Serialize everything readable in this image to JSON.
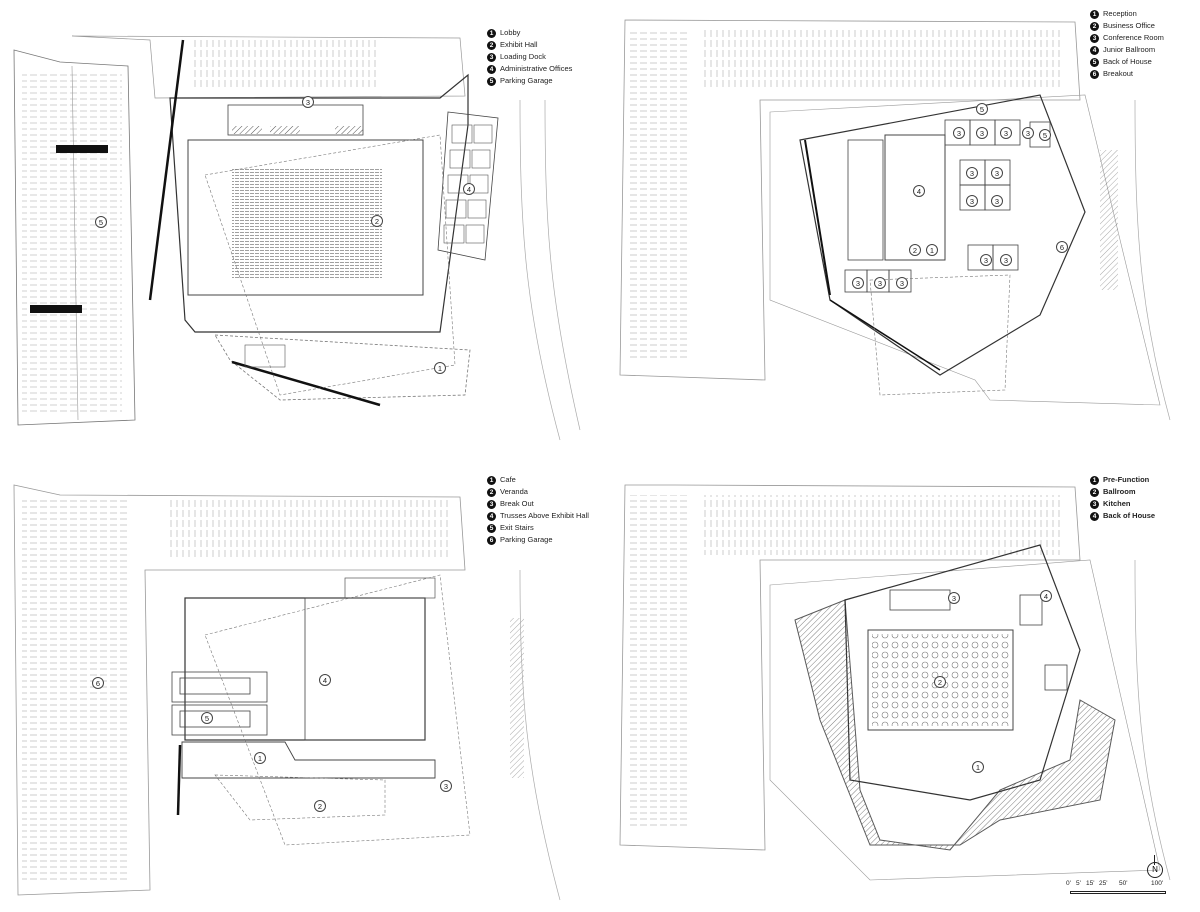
{
  "plans": [
    {
      "id": "q1",
      "legend": [
        {
          "num": "1",
          "label": "Lobby"
        },
        {
          "num": "2",
          "label": "Exhibit Hall"
        },
        {
          "num": "3",
          "label": "Loading Dock"
        },
        {
          "num": "4",
          "label": "Administrative Offices"
        },
        {
          "num": "5",
          "label": "Parking Garage"
        }
      ],
      "room_labels": [
        "3",
        "2",
        "4",
        "5",
        "1"
      ]
    },
    {
      "id": "q2",
      "legend": [
        {
          "num": "1",
          "label": "Reception"
        },
        {
          "num": "2",
          "label": "Business Office"
        },
        {
          "num": "3",
          "label": "Conference Room"
        },
        {
          "num": "4",
          "label": "Junior Ballroom"
        },
        {
          "num": "5",
          "label": "Back of House"
        },
        {
          "num": "6",
          "label": "Breakout"
        }
      ],
      "room_labels": [
        "3",
        "3",
        "3",
        "3",
        "5",
        "5",
        "4",
        "3",
        "3",
        "3",
        "3",
        "2",
        "1",
        "3",
        "3",
        "6",
        "3",
        "3",
        "3"
      ]
    },
    {
      "id": "q3",
      "legend": [
        {
          "num": "1",
          "label": "Cafe"
        },
        {
          "num": "2",
          "label": "Veranda"
        },
        {
          "num": "3",
          "label": "Break Out"
        },
        {
          "num": "4",
          "label": "Trusses Above Exhibit Hall"
        },
        {
          "num": "5",
          "label": "Exit Stairs"
        },
        {
          "num": "6",
          "label": "Parking Garage"
        }
      ],
      "room_labels": [
        "4",
        "5",
        "1",
        "6",
        "2",
        "3"
      ]
    },
    {
      "id": "q4",
      "legend": [
        {
          "num": "1",
          "label": "Pre-Function"
        },
        {
          "num": "2",
          "label": "Ballroom"
        },
        {
          "num": "3",
          "label": "Kitchen"
        },
        {
          "num": "4",
          "label": "Back of House"
        }
      ],
      "room_labels": [
        "3",
        "4",
        "2",
        "1"
      ]
    }
  ],
  "scale": {
    "ticks": [
      "0'",
      "5'",
      "15'",
      "25'",
      "50'",
      "100'"
    ]
  },
  "north": "N"
}
